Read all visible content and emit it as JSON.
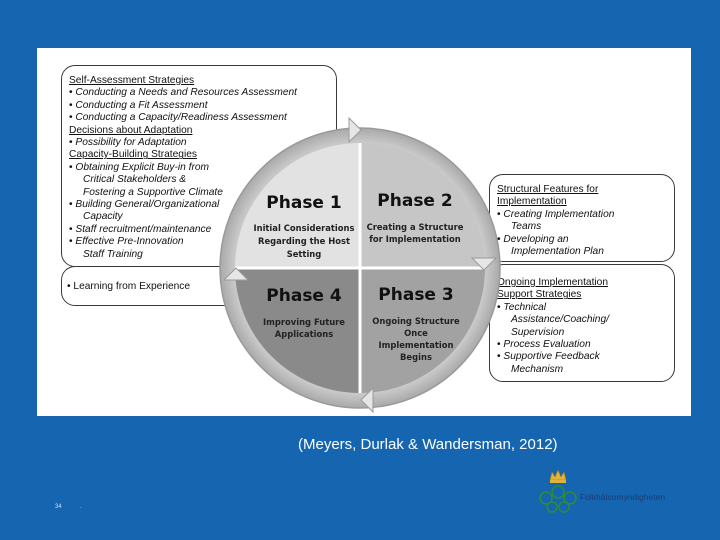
{
  "left_top_box": {
    "lines": [
      {
        "text": "Self-Assessment  Strategies",
        "style": "hd"
      },
      {
        "text": "Conducting a Needs and Resources Assessment",
        "style": "it b"
      },
      {
        "text": "Conducting a Fit Assessment",
        "style": "it b"
      },
      {
        "text": "Conducting a Capacity/Readiness Assessment",
        "style": "it b"
      },
      {
        "text": "Decisions about Adaptation",
        "style": "hd"
      },
      {
        "text": "Possibility for Adaptation",
        "style": "it b"
      },
      {
        "text": "Capacity-Building Strategies",
        "style": "hd"
      },
      {
        "text": "Obtaining Explicit Buy-in from",
        "style": "it b"
      },
      {
        "text": "Critical Stakeholders &",
        "style": "it ind2"
      },
      {
        "text": "Fostering a Supportive Climate",
        "style": "it ind2"
      },
      {
        "text": "Building General/Organizational",
        "style": "it b"
      },
      {
        "text": "Capacity",
        "style": "it ind2"
      },
      {
        "text": "Staff recruitment/maintenance",
        "style": "it b"
      },
      {
        "text": "Effective Pre-Innovation",
        "style": "it b"
      },
      {
        "text": "Staff Training",
        "style": "it ind2"
      }
    ]
  },
  "left_bottom_box": {
    "lines": [
      {
        "text": "Learning from Experience",
        "style": "b"
      }
    ]
  },
  "right_top_box": {
    "lines": [
      {
        "text": "Structural Features for",
        "style": "hd"
      },
      {
        "text": "Implementation",
        "style": "hd"
      },
      {
        "text": "Creating Implementation",
        "style": "it b"
      },
      {
        "text": "Teams",
        "style": "it ind2"
      },
      {
        "text": "Developing an",
        "style": "it b"
      },
      {
        "text": "Implementation  Plan",
        "style": "it ind2"
      }
    ]
  },
  "right_bottom_box": {
    "lines": [
      {
        "text": "Ongoing Implementation",
        "style": "hd"
      },
      {
        "text": "Support  Strategies",
        "style": "hd"
      },
      {
        "text": "Technical",
        "style": "it b"
      },
      {
        "text": "Assistance/Coaching/",
        "style": "it ind2"
      },
      {
        "text": "Supervision",
        "style": "it ind2"
      },
      {
        "text": "Process Evaluation",
        "style": "it b"
      },
      {
        "text": "Supportive Feedback",
        "style": "it b"
      },
      {
        "text": "Mechanism",
        "style": "it ind2"
      }
    ]
  },
  "phases": {
    "p1": {
      "title": "Phase 1",
      "sub": [
        "Initial Considerations",
        "Regarding the Host",
        "Setting"
      ]
    },
    "p2": {
      "title": "Phase 2",
      "sub": [
        "Creating a Structure",
        "for Implementation"
      ]
    },
    "p3": {
      "title": "Phase 3",
      "sub": [
        "Ongoing Structure",
        "Once",
        "Implementation",
        "Begins"
      ]
    },
    "p4": {
      "title": "Phase 4",
      "sub": [
        "Improving Future",
        "Applications"
      ]
    }
  },
  "citation": "(Meyers, Durlak & Wandersman, 2012)",
  "page_number": "34",
  "page_dot": ".",
  "logo_text": "Folkhälsomyndigheten",
  "colors": {
    "background": "#1565b0",
    "q1": "#e2e2e2",
    "q2": "#c6c6c6",
    "q3": "#9b9b9b",
    "q4": "#8a8a8a"
  }
}
